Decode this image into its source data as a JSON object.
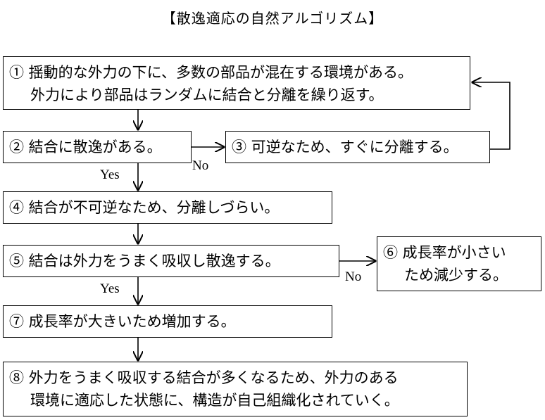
{
  "title": "【散逸適応の自然アルゴリズム】",
  "steps": {
    "s1": {
      "line1": "① 揺動的な外力の下に、多数の部品が混在する環境がある。",
      "line2": "外力により部品はランダムに結合と分離を繰り返す。"
    },
    "s2": {
      "text": "② 結合に散逸がある。"
    },
    "s3": {
      "text": "③ 可逆なため、すぐに分離する。"
    },
    "s4": {
      "text": "④ 結合が不可逆なため、分離しづらい。"
    },
    "s5": {
      "text": "⑤ 結合は外力をうまく吸収し散逸する。"
    },
    "s6": {
      "line1": "⑥ 成長率が小さい",
      "line2": "ため減少する。"
    },
    "s7": {
      "text": "⑦ 成長率が大きいため増加する。"
    },
    "s8": {
      "line1": "⑧ 外力をうまく吸収する結合が多くなるため、外力のある",
      "line2": "環境に適応した状態に、構造が自己組織化されていく。"
    }
  },
  "labels": {
    "yes1": "Yes",
    "no1": "No",
    "yes2": "Yes",
    "no2": "No"
  }
}
